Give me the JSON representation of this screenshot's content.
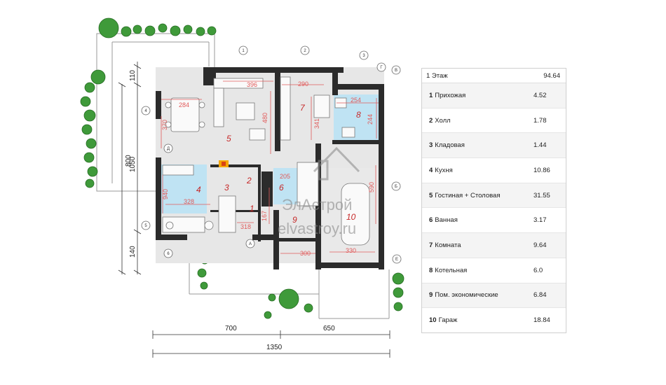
{
  "plan": {
    "dimensions": {
      "top_left_284": "284",
      "top_396": "396",
      "top_290": "290",
      "top_254": "254",
      "left_370": "370",
      "left_940": "940",
      "mid_480": "480",
      "mid_341": "341",
      "right_244": "244",
      "right_590": "590",
      "kitchen_328": "328",
      "hall_205": "205",
      "hall_167": "167",
      "entry_318": "318",
      "bottom_300": "300",
      "bottom_330": "330",
      "side_110": "110",
      "side_1050": "1050",
      "side_800": "800",
      "side_140": "140",
      "bottom_700": "700",
      "bottom_650": "650",
      "bottom_1350": "1350"
    },
    "room_numbers": [
      "1",
      "2",
      "3",
      "4",
      "5",
      "6",
      "7",
      "8",
      "9",
      "10"
    ],
    "axis_marks": {
      "a": "1",
      "b": "2",
      "c": "3",
      "d": "4",
      "e": "5",
      "f": "6",
      "g": "А",
      "h": "Б",
      "i": "В",
      "j": "Г",
      "k": "Д",
      "l": "Е"
    },
    "watermark": {
      "brand": "ЭлАстрой",
      "url": "elvastroy.ru"
    },
    "colors": {
      "wall": "#2b2b2b",
      "floor": "#e7e7e7",
      "wet": "#bfe3f3",
      "dim": "#e15b5b",
      "plant": "#3f9a3a"
    }
  },
  "table": {
    "header": {
      "label": "1 Этаж",
      "value": "94.64"
    },
    "rows": [
      {
        "num": "1",
        "name": "Прихожая",
        "area": "4.52"
      },
      {
        "num": "2",
        "name": "Холл",
        "area": "1.78"
      },
      {
        "num": "3",
        "name": "Кладовая",
        "area": "1.44"
      },
      {
        "num": "4",
        "name": "Кухня",
        "area": "10.86"
      },
      {
        "num": "5",
        "name": "Гостиная + Столовая",
        "area": "31.55"
      },
      {
        "num": "6",
        "name": "Ванная",
        "area": "3.17"
      },
      {
        "num": "7",
        "name": "Комната",
        "area": "9.64"
      },
      {
        "num": "8",
        "name": "Котельная",
        "area": "6.0"
      },
      {
        "num": "9",
        "name": "Пом. экономические",
        "area": "6.84"
      },
      {
        "num": "10",
        "name": "Гараж",
        "area": "18.84"
      }
    ]
  }
}
